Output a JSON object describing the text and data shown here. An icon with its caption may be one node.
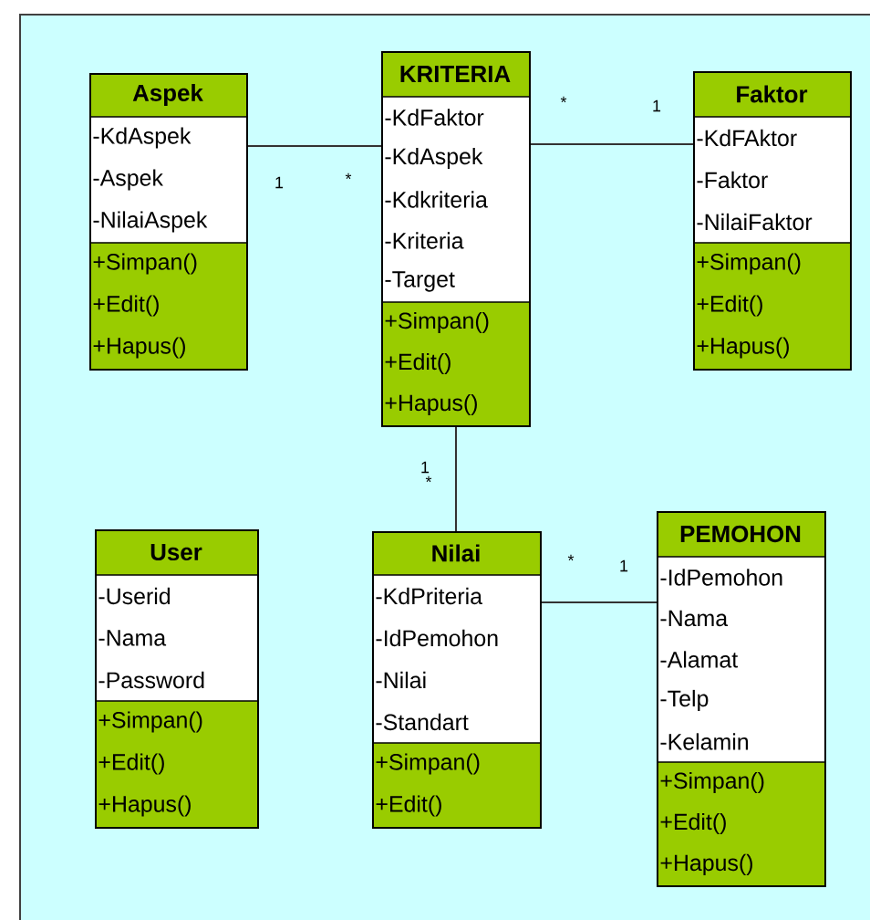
{
  "diagram": {
    "nodes": [
      {
        "text": [
          "Aspek",
          "-KdAspek",
          "-Aspek",
          "-NilaiAspek",
          "+Simpan()",
          "+Edit()",
          "+Hapus()"
        ]
      },
      {
        "text": [
          "KRITERIA",
          "-KdFaktor",
          "-KdAspek",
          "-Kdkriteria",
          "-Kriteria",
          "-Target",
          "+Simpan()",
          "+Edit()",
          "+Hapus()"
        ]
      },
      {
        "text": [
          "Faktor",
          "-KdFAktor",
          "-Faktor",
          "-NilaiFaktor",
          "+Simpan()",
          "+Edit()",
          "+Hapus()"
        ]
      },
      {
        "text": [
          "User",
          "-Userid",
          "-Nama",
          "-Password",
          "+Simpan()",
          "+Edit()",
          "+Hapus()"
        ]
      },
      {
        "text": [
          "Nilai",
          "-KdPriteria",
          "-IdPemohon",
          "-Nilai",
          "-Standart",
          "+Simpan()",
          "+Edit()"
        ]
      },
      {
        "text": [
          "PEMOHON",
          "-IdPemohon",
          "-Nama",
          "-Alamat",
          "-Telp",
          "-Kelamin",
          "+Simpan()",
          "+Edit()",
          "+Hapus()"
        ]
      }
    ],
    "edges": [
      {
        "from": 0,
        "to": 1,
        "arrow": "none"
      },
      {
        "from": 1,
        "to": 2,
        "arrow": "none"
      },
      {
        "from": 1,
        "to": 4,
        "arrow": "none"
      },
      {
        "from": 4,
        "to": 5,
        "arrow": "none"
      }
    ],
    "labels": [
      "*",
      "1",
      "1",
      "*",
      "1",
      "*",
      "*",
      "1"
    ]
  }
}
